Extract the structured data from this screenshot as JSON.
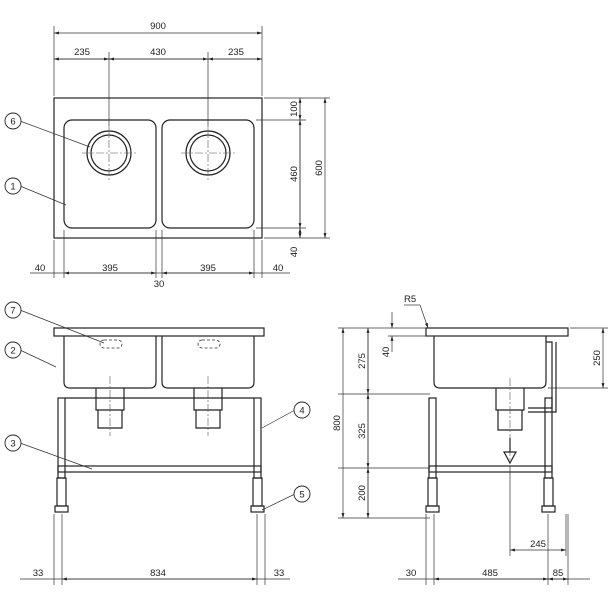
{
  "plan_view": {
    "overall_width": "900",
    "top_segments": [
      "235",
      "430",
      "235"
    ],
    "right_depth": "600",
    "right_segments": [
      "100",
      "460",
      "40"
    ],
    "bottom_segments": [
      "40",
      "395",
      "395",
      "40"
    ],
    "center_gap": "30"
  },
  "front_view": {
    "bottom_segments": [
      "33",
      "834",
      "33"
    ]
  },
  "side_view": {
    "radius_label": "R5",
    "height_total": "800",
    "height_segments": [
      "275",
      "325",
      "200"
    ],
    "bowl_depth": "250",
    "rim_thickness": "40",
    "drain_offset": "245",
    "bottom_segments": [
      "30",
      "485",
      "85"
    ]
  },
  "callouts": [
    {
      "number": "1",
      "target": "sink-bowl"
    },
    {
      "number": "2",
      "target": "sink-body"
    },
    {
      "number": "3",
      "target": "bottom-shelf-rail"
    },
    {
      "number": "4",
      "target": "leg"
    },
    {
      "number": "5",
      "target": "adjustable-foot"
    },
    {
      "number": "6",
      "target": "drain-outlet"
    },
    {
      "number": "7",
      "target": "overflow-hole"
    }
  ]
}
